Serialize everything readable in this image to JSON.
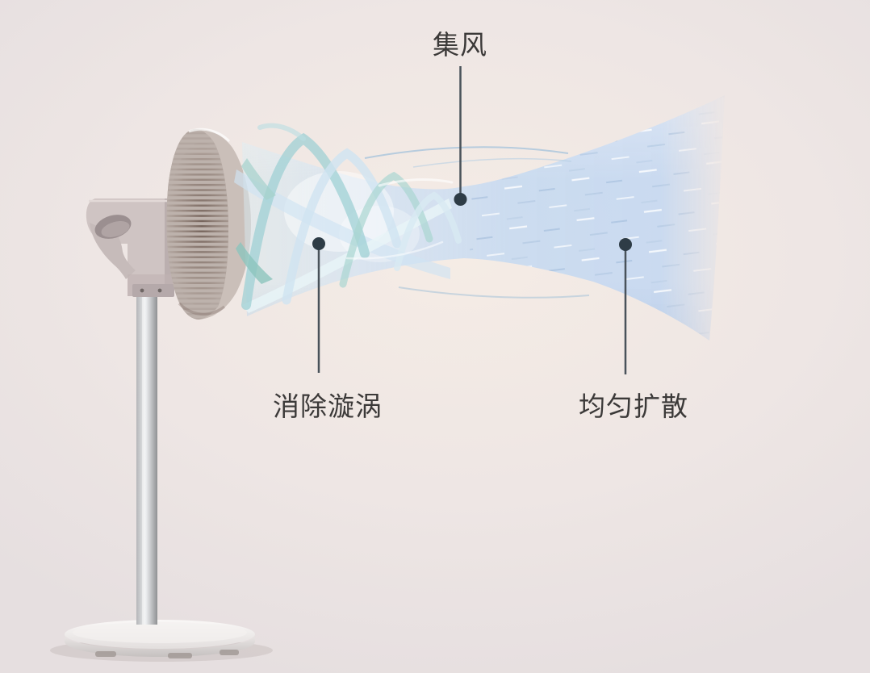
{
  "diagram": {
    "description": "Pedestal fan airflow diagram",
    "labels": {
      "air_concentration": "集风",
      "eliminate_vortex": "消除漩涡",
      "even_diffusion": "均匀扩散"
    },
    "colors": {
      "background_center": "#f5ece5",
      "background_edge": "#e6dfe0",
      "airflow_blue": "#c8daf0",
      "swirl_teal": "#9fd0d4",
      "fan_body": "#cabfb9",
      "pole_silver": "#eef0f2",
      "label_text": "#3b3938",
      "leader_line": "#49525a",
      "anchor_dot": "#2e3c46"
    }
  }
}
